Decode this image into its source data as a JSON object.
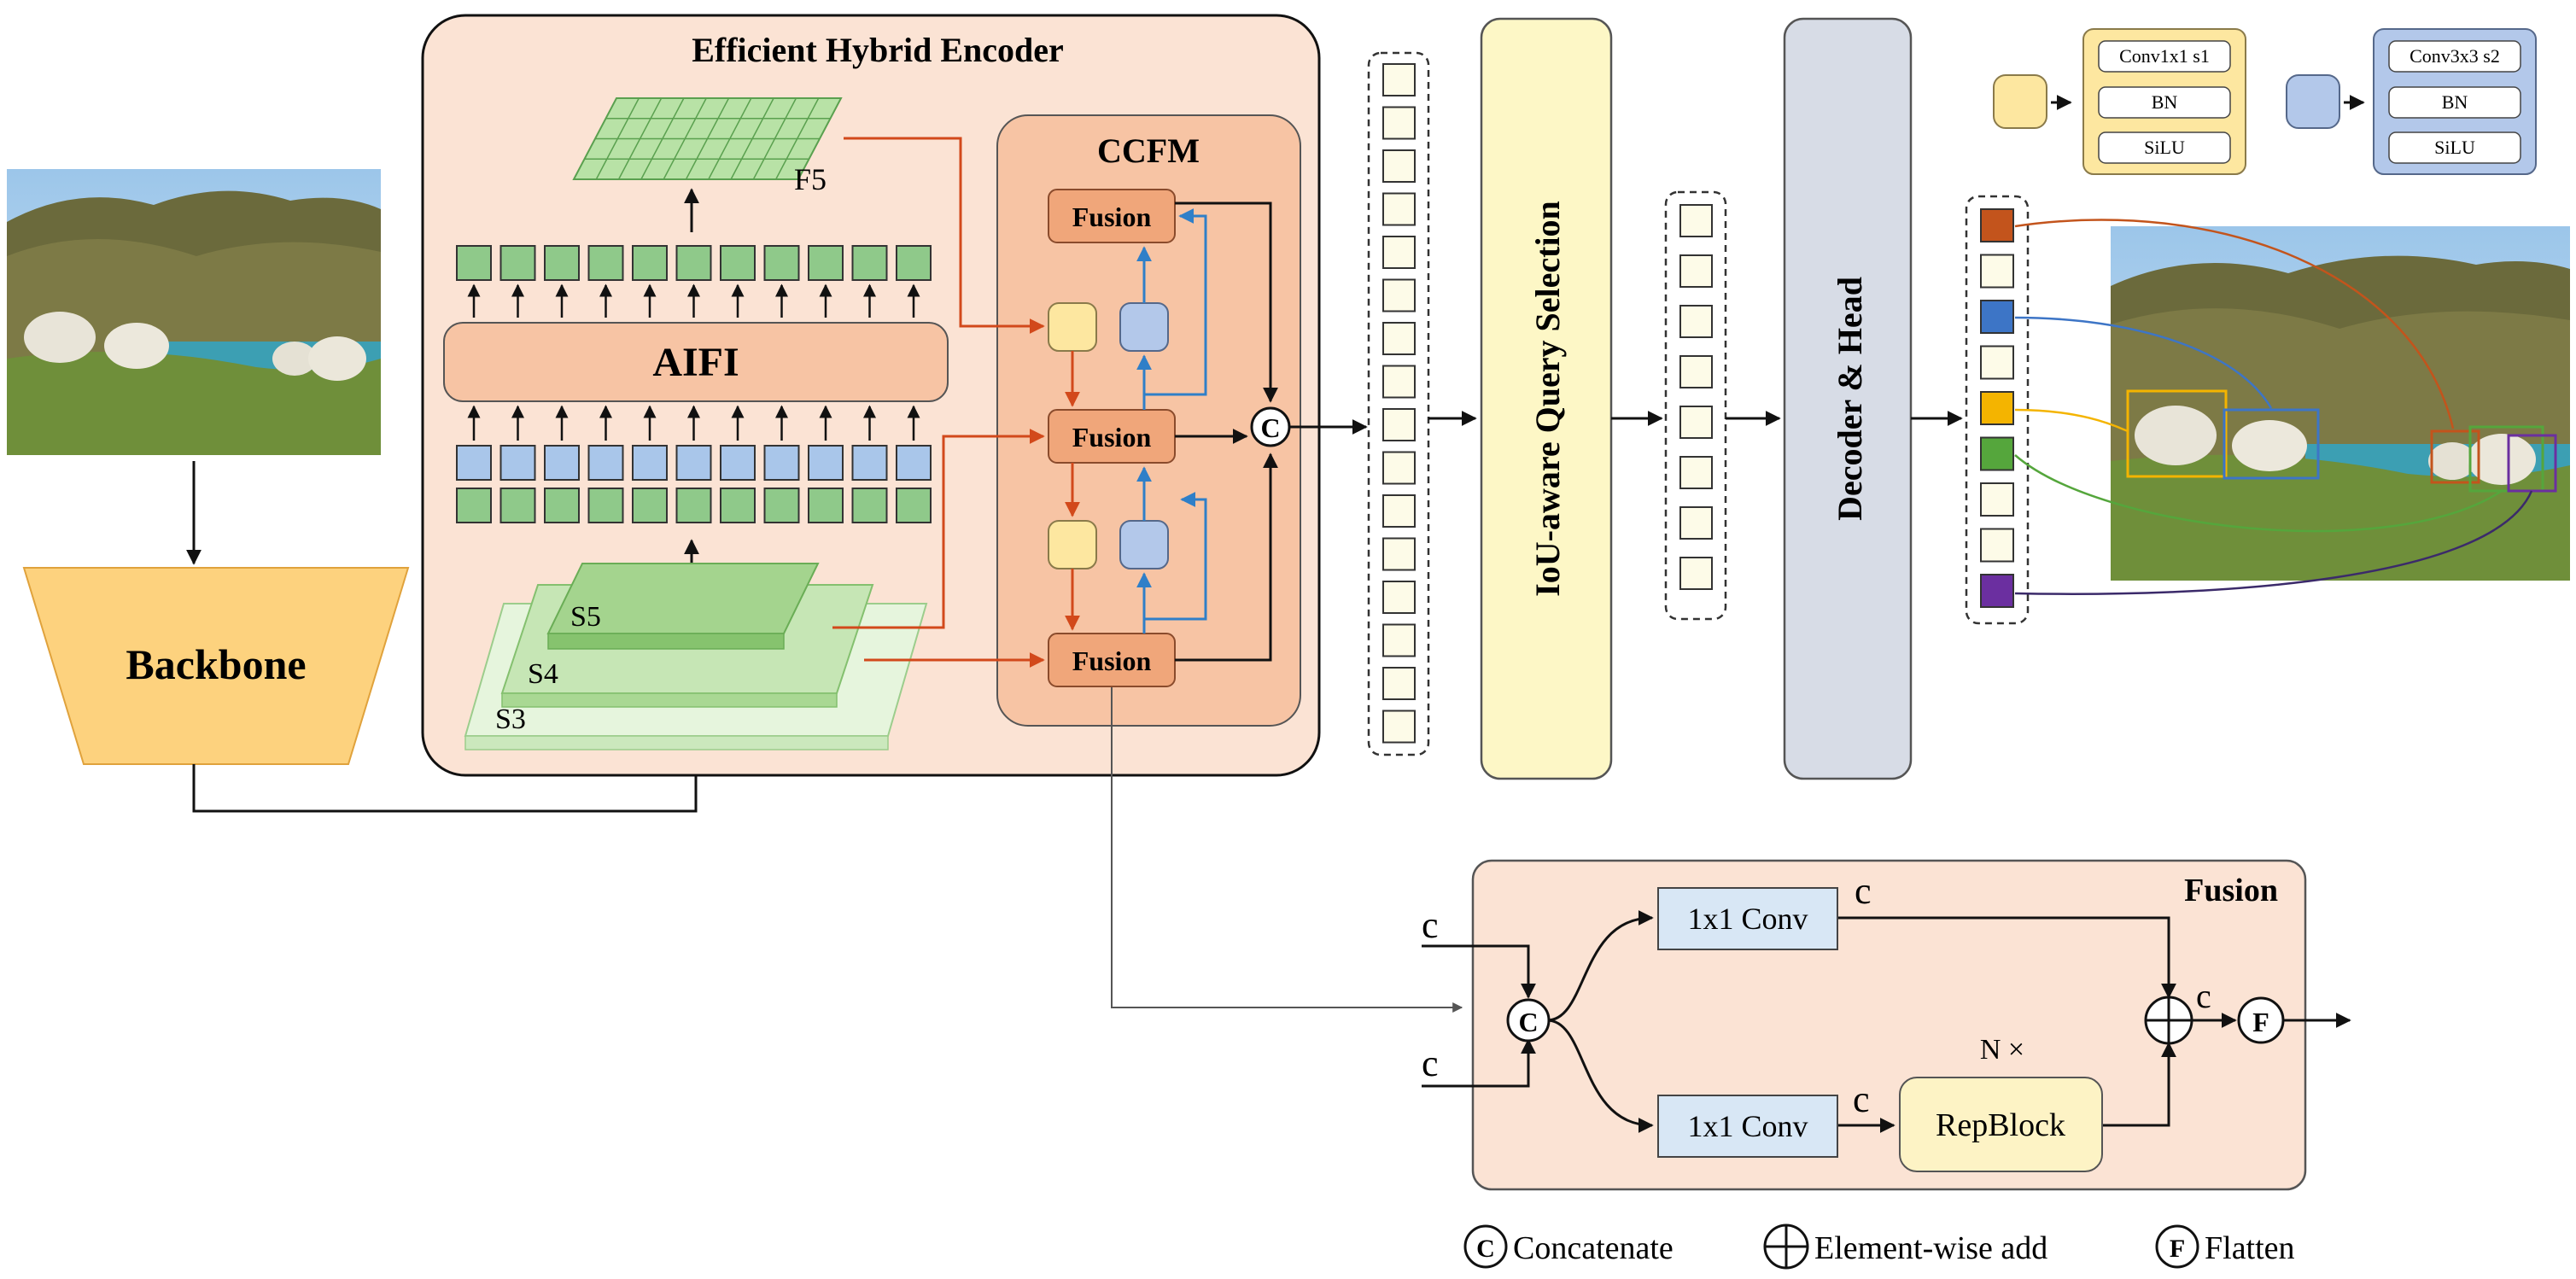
{
  "encoder": {
    "title": "Efficient Hybrid Encoder",
    "aifi_label": "AIFI",
    "f5_label": "F5",
    "s5_label": "S5",
    "s4_label": "S4",
    "s3_label": "S3"
  },
  "ccfm": {
    "title": "CCFM",
    "fusion_label": "Fusion",
    "concat_symbol": "C"
  },
  "backbone": {
    "label": "Backbone"
  },
  "query_selection": {
    "label": "IoU-aware Query Selection"
  },
  "decoder": {
    "label": "Decoder & Head"
  },
  "legend_top": {
    "yellow_block": [
      "Conv1x1 s1",
      "BN",
      "SiLU"
    ],
    "blue_block": [
      "Conv3x3 s2",
      "BN",
      "SiLU"
    ]
  },
  "fusion_detail": {
    "title": "Fusion",
    "channel_label": "c",
    "conv_top": "1x1 Conv",
    "conv_bottom": "1x1 Conv",
    "repblock": "RepBlock",
    "repeat": "N ×",
    "concat_symbol": "C",
    "flatten_symbol": "F"
  },
  "legend_bottom": {
    "concat": "Concatenate",
    "add": "Element-wise add",
    "flatten": "Flatten",
    "concat_symbol": "C",
    "flatten_symbol": "F"
  },
  "colors": {
    "peach_bg": "#fbe3d4",
    "ccfm_bg": "#f7c4a4",
    "fusion_box": "#f0a67a",
    "green_token": "#8fc98a",
    "blue_token": "#a9c6ea",
    "yellow_block": "#fde7a0",
    "blue_block": "#b3c8ea",
    "query_bar": "#fdf7c6",
    "decoder_bar": "#d7dce6",
    "red_arrow": "#d2491b",
    "blue_arrow": "#2f7fc8",
    "out_orange": "#c3541c",
    "out_blue": "#3d75c6",
    "out_yellow": "#f4b400",
    "out_green": "#55a63c",
    "out_purple": "#6b2fa0"
  }
}
